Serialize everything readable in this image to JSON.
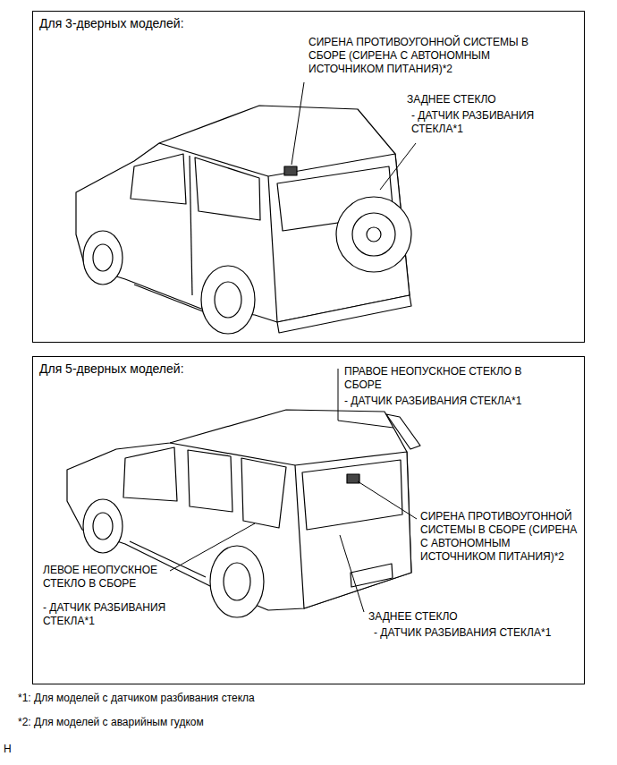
{
  "diagram": {
    "nodes": [
      {
        "text": [
          "Для 3-дверных моделей:"
        ]
      },
      {
        "text": [
          "Для 5-дверных моделей:"
        ]
      }
    ],
    "labels": [
      "СИРЕНА ПРОТИВОУГОННОЙ СИСТЕМЫ В СБОРЕ (СИРЕНА С АВТОНОМНЫМ ИСТОЧНИКОМ ПИТАНИЯ)*2",
      "ЗАДНЕЕ СТЕКЛО",
      "- ДАТЧИК РАЗБИВАНИЯ СТЕКЛА*1",
      "ПРАВОЕ НЕОПУСКНОЕ СТЕКЛО В СБОРЕ",
      "- ДАТЧИК РАЗБИВАНИЯ СТЕКЛА*1",
      "СИРЕНА ПРОТИВОУГОННОЙ СИСТЕМЫ В СБОРЕ (СИРЕНА С АВТОНОМНЫМ ИСТОЧНИКОМ ПИТАНИЯ)*2",
      "ЛЕВОЕ НЕОПУСКНОЕ СТЕКЛО В СБОРЕ",
      "- ДАТЧИК РАЗБИВАНИЯ СТЕКЛА*1",
      "ЗАДНЕЕ СТЕКЛО",
      "- ДАТЧИК РАЗБИВАНИЯ СТЕКЛА*1",
      "*1: Для моделей с датчиком разбивания стекла",
      "*2: Для моделей с аварийным гудком",
      "H"
    ]
  }
}
